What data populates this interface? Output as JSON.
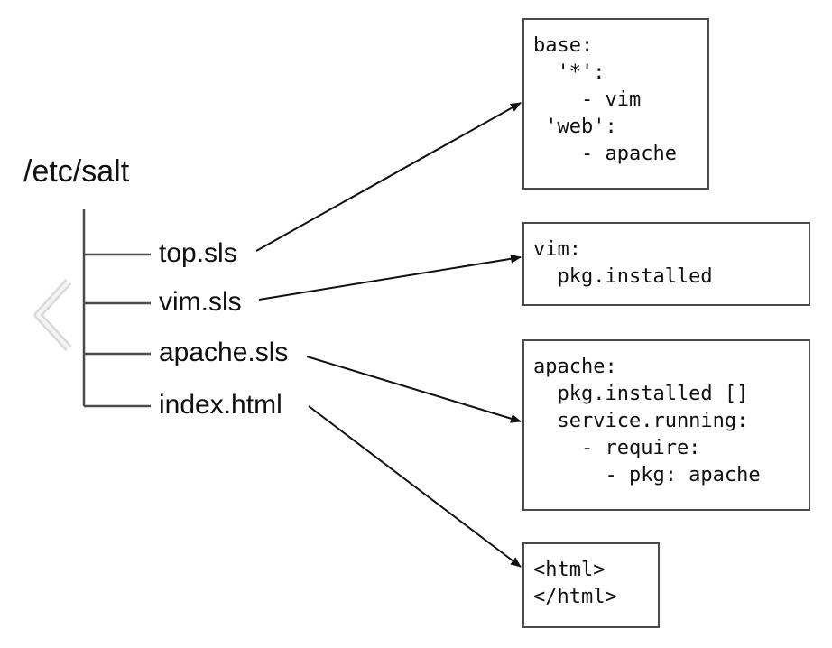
{
  "tree": {
    "root": "/etc/salt",
    "files": [
      {
        "id": "top",
        "name": "top.sls"
      },
      {
        "id": "vim",
        "name": "vim.sls"
      },
      {
        "id": "apache",
        "name": "apache.sls"
      },
      {
        "id": "index",
        "name": "index.html"
      }
    ]
  },
  "boxes": [
    {
      "id": "top",
      "code": "base:\n  '*':\n    - vim\n 'web':\n    - apache"
    },
    {
      "id": "vim",
      "code": "vim:\n  pkg.installed"
    },
    {
      "id": "apache",
      "code": "apache:\n  pkg.installed []\n  service.running:\n    - require:\n      - pkg: apache"
    },
    {
      "id": "index",
      "code": "<html>\n</html>"
    }
  ],
  "controls": {
    "prev_icon": "chevron-left-icon"
  },
  "colors": {
    "lines": "#4a4a4a",
    "arrows": "#111111",
    "chevron": "#e6e6e6"
  }
}
